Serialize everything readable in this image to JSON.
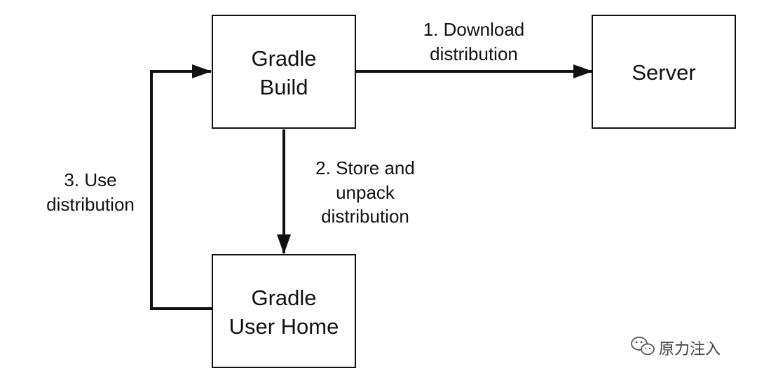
{
  "nodes": {
    "gradle_build": {
      "line1": "Gradle",
      "line2": "Build"
    },
    "server": {
      "label": "Server"
    },
    "user_home": {
      "line1": "Gradle",
      "line2": "User Home"
    }
  },
  "edges": {
    "download": {
      "line1": "1. Download",
      "line2": "distribution"
    },
    "store": {
      "line1": "2. Store and",
      "line2": "unpack",
      "line3": "distribution"
    },
    "use": {
      "line1": "3. Use",
      "line2": "distribution"
    }
  },
  "watermark": {
    "text": "原力注入",
    "icon": "wechat-icon"
  },
  "colors": {
    "stroke": "#111111",
    "text": "#111111",
    "background": "#ffffff"
  }
}
